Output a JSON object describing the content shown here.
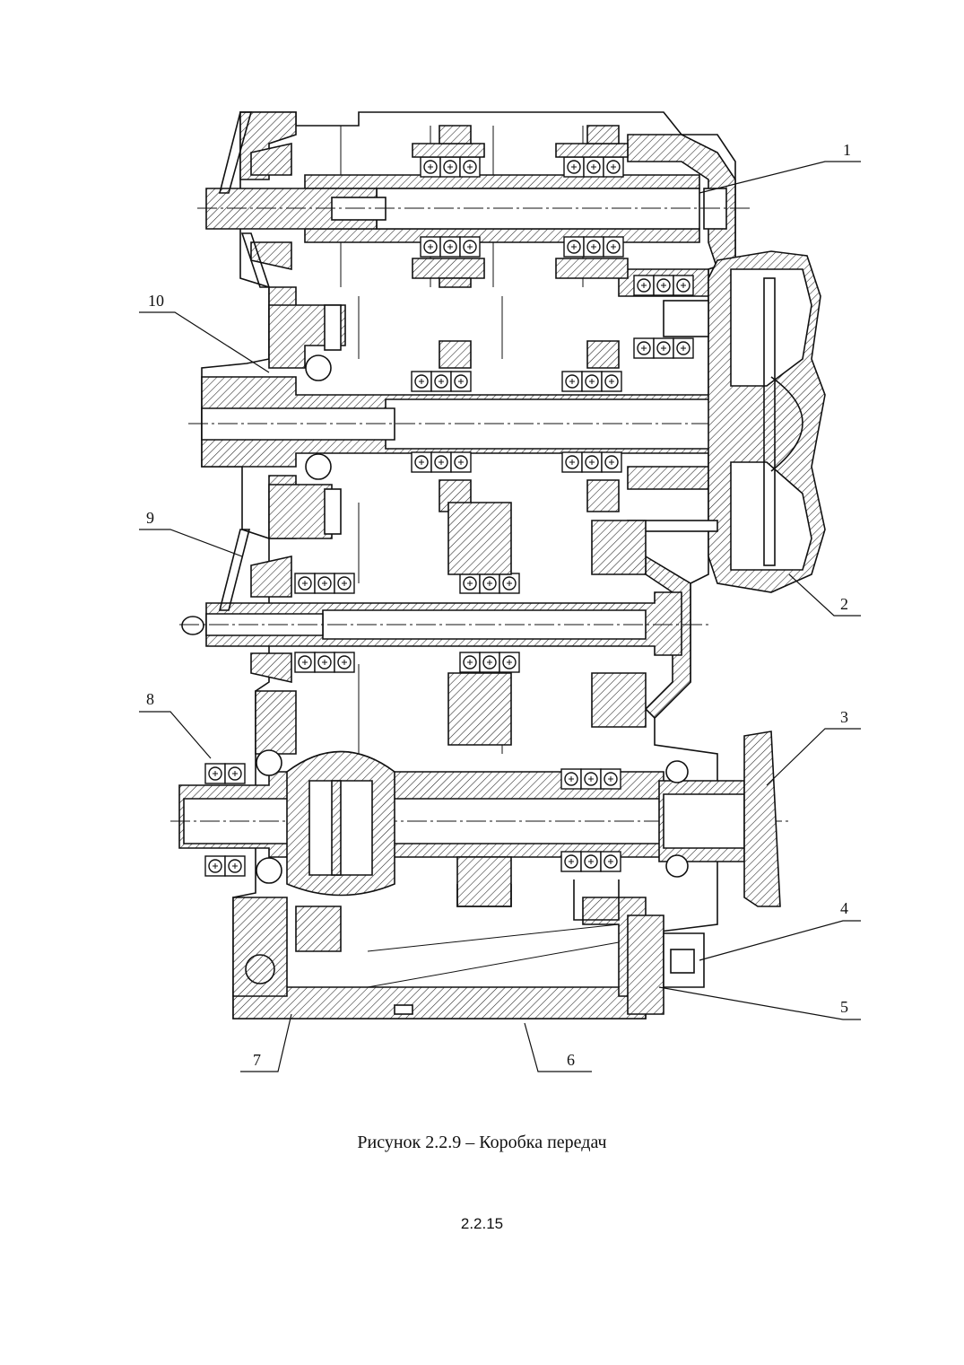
{
  "callouts": [
    {
      "id": "1",
      "text": "1"
    },
    {
      "id": "2",
      "text": "2"
    },
    {
      "id": "3",
      "text": "3"
    },
    {
      "id": "4",
      "text": "4"
    },
    {
      "id": "5",
      "text": "5"
    },
    {
      "id": "6",
      "text": "6"
    },
    {
      "id": "7",
      "text": "7"
    },
    {
      "id": "8",
      "text": "8"
    },
    {
      "id": "9",
      "text": "9"
    },
    {
      "id": "10",
      "text": "10"
    }
  ],
  "caption": "Рисунок 2.2.9 – Коробка передач",
  "page_number": "2.2.15"
}
